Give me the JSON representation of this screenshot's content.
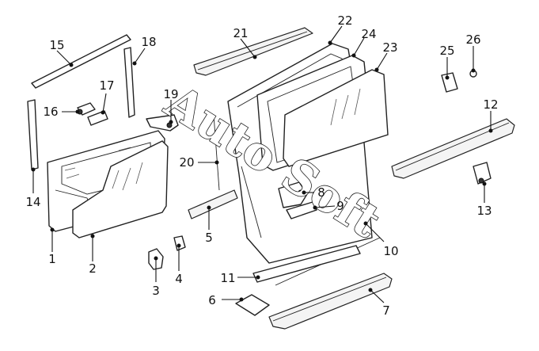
{
  "watermark": "Auto Soft",
  "callouts": [
    "1",
    "2",
    "3",
    "4",
    "5",
    "6",
    "7",
    "8",
    "9",
    "10",
    "11",
    "12",
    "13",
    "14",
    "15",
    "16",
    "17",
    "18",
    "19",
    "20",
    "21",
    "22",
    "23",
    "24",
    "25",
    "26"
  ]
}
